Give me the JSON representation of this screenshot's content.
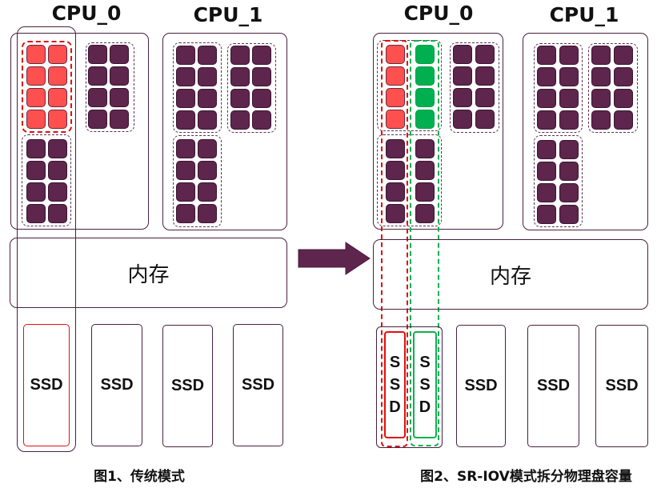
{
  "colors": {
    "core_default": "#5e254d",
    "core_red": "#ff5050",
    "core_green": "#00b050",
    "outline": "#4a2040",
    "dash_red": "#e01010",
    "dash_green": "#10b050",
    "arrow": "#5e254d"
  },
  "fig1": {
    "cpu0_label": "CPU_0",
    "cpu1_label": "CPU_1",
    "memory_label": "内存",
    "ssds": [
      "SSD",
      "SSD",
      "SSD",
      "SSD"
    ],
    "caption": "图1、传统模式"
  },
  "arrow": {
    "icon": "right-arrow-icon"
  },
  "fig2": {
    "cpu0_label": "CPU_0",
    "cpu1_label": "CPU_1",
    "memory_label": "内存",
    "split_ssds": [
      "S\nS\nD",
      "S\nS\nD"
    ],
    "ssds": [
      "SSD",
      "SSD",
      "SSD"
    ],
    "caption": "图2、SR-IOV模式拆分物理盘容量"
  }
}
